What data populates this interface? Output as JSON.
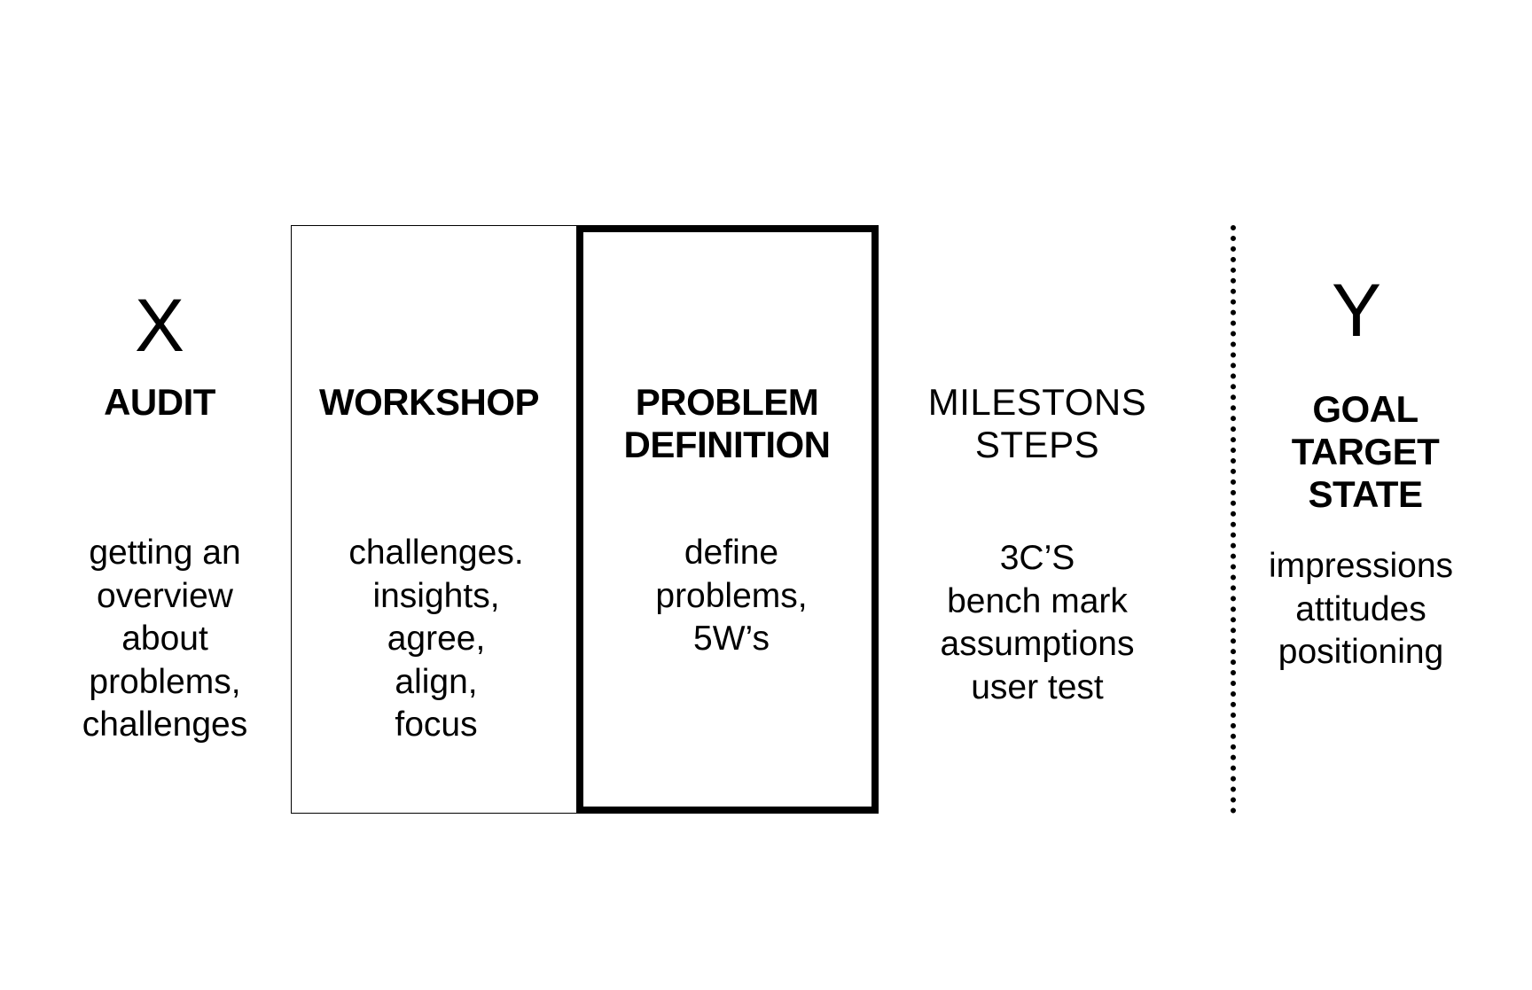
{
  "start": {
    "letter": "X",
    "title": "AUDIT",
    "lines": [
      "getting an",
      "overview",
      "about",
      "problems,",
      "challenges"
    ]
  },
  "workshop": {
    "title": "WORKSHOP",
    "lines": [
      "challenges.",
      "insights,",
      "agree,",
      "align,",
      "focus"
    ]
  },
  "problem": {
    "title_lines": [
      "PROBLEM",
      "DEFINITION"
    ],
    "lines": [
      "define",
      "problems,",
      "5W’s"
    ]
  },
  "milestones": {
    "title_lines": [
      "MILESTONS",
      "STEPS"
    ],
    "lines": [
      "3C’S",
      "bench mark",
      "assumptions",
      "user test"
    ]
  },
  "goal": {
    "letter": "Y",
    "title_lines": [
      "GOAL",
      "TARGET",
      "STATE"
    ],
    "lines": [
      "impressions",
      "attitudes",
      "positioning"
    ]
  }
}
